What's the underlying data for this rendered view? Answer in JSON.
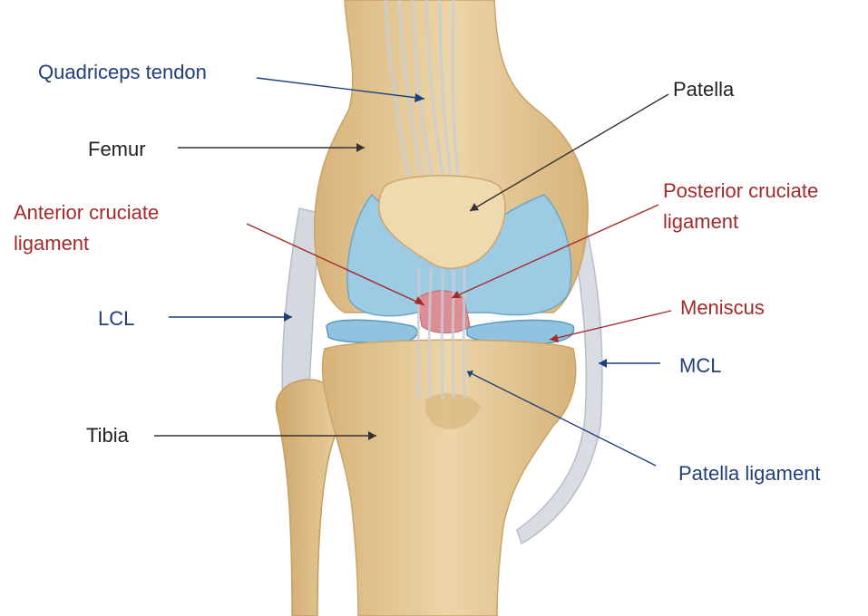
{
  "colors": {
    "bone": "#e9cf9f",
    "bone_shadow": "#d2ad72",
    "bone_highlight": "#f4e3c2",
    "cartilage": "#9ccbe3",
    "cartilage_edge": "#6ea6c8",
    "ligament": "#d9dde3",
    "ligament_edge": "#b8bec8",
    "acl": "#d98a8f",
    "label_blue": "#1f3f79",
    "label_black": "#222222",
    "label_red": "#a32a2a"
  },
  "labels": {
    "quadriceps_tendon": "Quadriceps tendon",
    "femur": "Femur",
    "patella": "Patella",
    "acl_line1": "Anterior cruciate",
    "acl_line2": "ligament",
    "pcl_line1": "Posterior cruciate",
    "pcl_line2": "ligament",
    "lcl": "LCL",
    "meniscus": "Meniscus",
    "mcl": "MCL",
    "tibia": "Tibia",
    "patella_ligament": "Patella ligament"
  }
}
